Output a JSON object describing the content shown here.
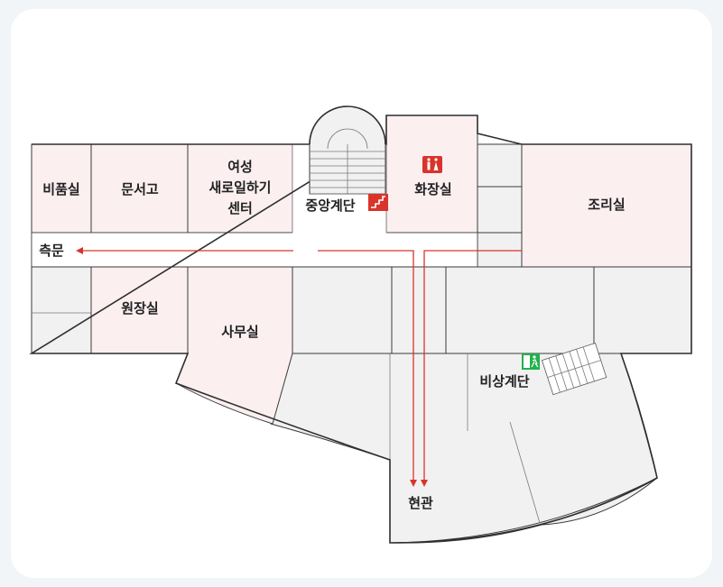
{
  "rooms": {
    "supply_room": "비품실",
    "archive": "문서고",
    "women_center": [
      "여성",
      "새로일하기",
      "센터"
    ],
    "central_stairs": "중앙계단",
    "restroom": "화장실",
    "kitchen": "조리실",
    "director_office": "원장실",
    "office": "사무실",
    "emergency_stairs": "비상계단"
  },
  "exits": {
    "side_gate": "측문",
    "main_entrance": "현관"
  },
  "colors": {
    "room_highlight": "#fbeff0",
    "room_default": "#f1f1f1",
    "route": "#d9342b",
    "restroom_icon_bg": "#d9342b",
    "stairs_icon_bg": "#d9342b",
    "emergency_exit_icon_bg": "#22b14c"
  },
  "icons": [
    "restroom-icon",
    "stairs-icon",
    "emergency-exit-icon"
  ]
}
